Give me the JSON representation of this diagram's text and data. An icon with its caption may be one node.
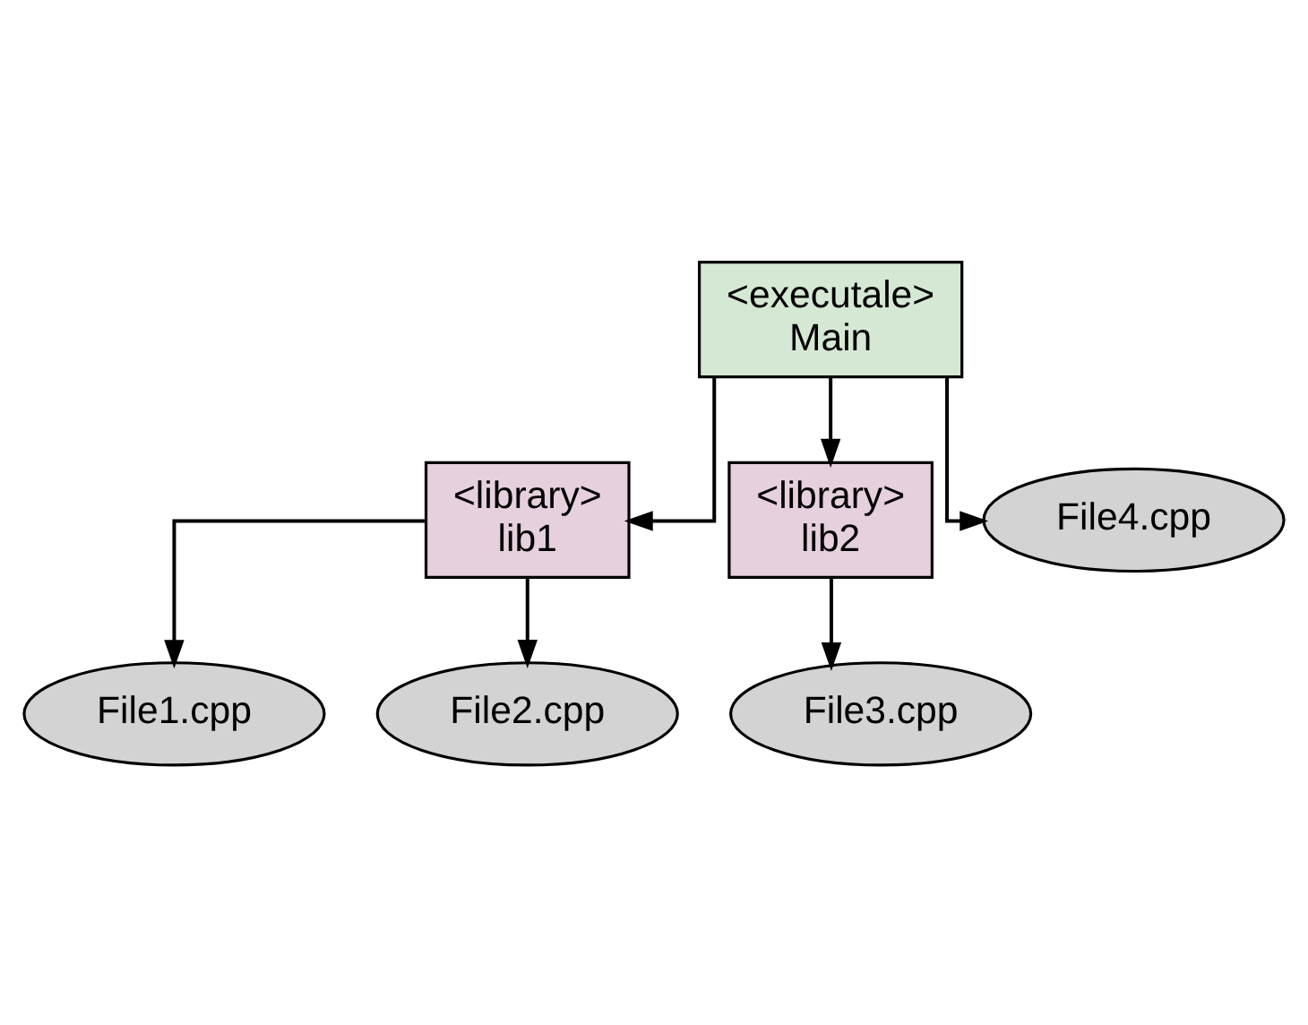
{
  "diagram": {
    "nodes": [
      {
        "text": [
          "<executale>",
          "Main"
        ]
      },
      {
        "text": [
          "<library>",
          "lib1"
        ]
      },
      {
        "text": [
          "<library>",
          "lib2"
        ]
      },
      {
        "text": [
          "File4.cpp"
        ]
      },
      {
        "text": [
          "File1.cpp"
        ]
      },
      {
        "text": [
          "File2.cpp"
        ]
      },
      {
        "text": [
          "File3.cpp"
        ]
      }
    ],
    "edges": [
      {
        "from": 0,
        "to": 1,
        "arrow": "to"
      },
      {
        "from": 0,
        "to": 2,
        "arrow": "to"
      },
      {
        "from": 0,
        "to": 3,
        "arrow": "to"
      },
      {
        "from": 1,
        "to": 4,
        "arrow": "to"
      },
      {
        "from": 1,
        "to": 5,
        "arrow": "to"
      },
      {
        "from": 2,
        "to": 6,
        "arrow": "to"
      }
    ]
  }
}
